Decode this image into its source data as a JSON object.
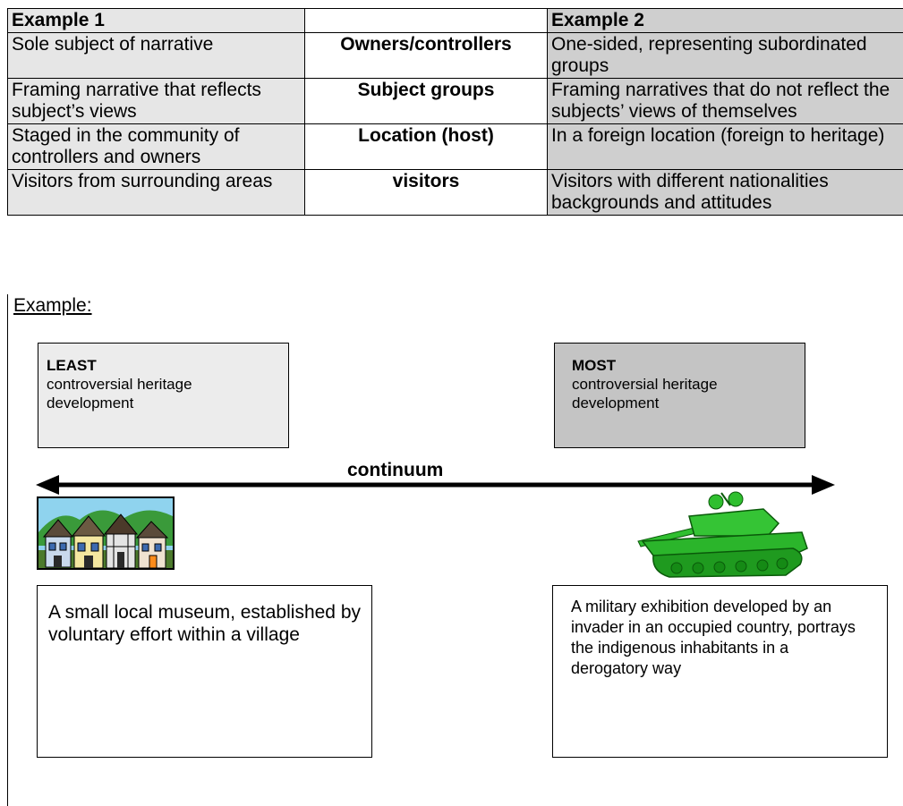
{
  "table": {
    "header": [
      "Example 1",
      "",
      "Example 2"
    ],
    "rows": [
      {
        "left": "Sole subject of narrative",
        "middle": "Owners/controllers",
        "right": "One-sided, representing subordinated groups"
      },
      {
        "left": "Framing narrative that reflects subject’s views",
        "middle": "Subject groups",
        "right": "Framing narratives that do not reflect the subjects’ views of themselves"
      },
      {
        "left": "Staged in the community of controllers and owners",
        "middle": "Location (host)",
        "right": "In a foreign location (foreign to heritage)"
      },
      {
        "left": "Visitors from surrounding areas",
        "middle": "visitors",
        "right": "Visitors with different nationalities backgrounds and attitudes"
      }
    ]
  },
  "example_label": "Example:",
  "least": {
    "title": "LEAST",
    "text": "controversial heritage development"
  },
  "most": {
    "title": "MOST",
    "text": "controversial heritage development"
  },
  "continuum_label": "continuum",
  "museum_text": "A small local museum, established by voluntary effort within a village",
  "military_text": "A military exhibition developed by an invader in an occupied country, portrays the indigenous inhabitants in a derogatory way",
  "icons": {
    "left_image": "village-houses-icon",
    "right_image": "tank-icon"
  }
}
